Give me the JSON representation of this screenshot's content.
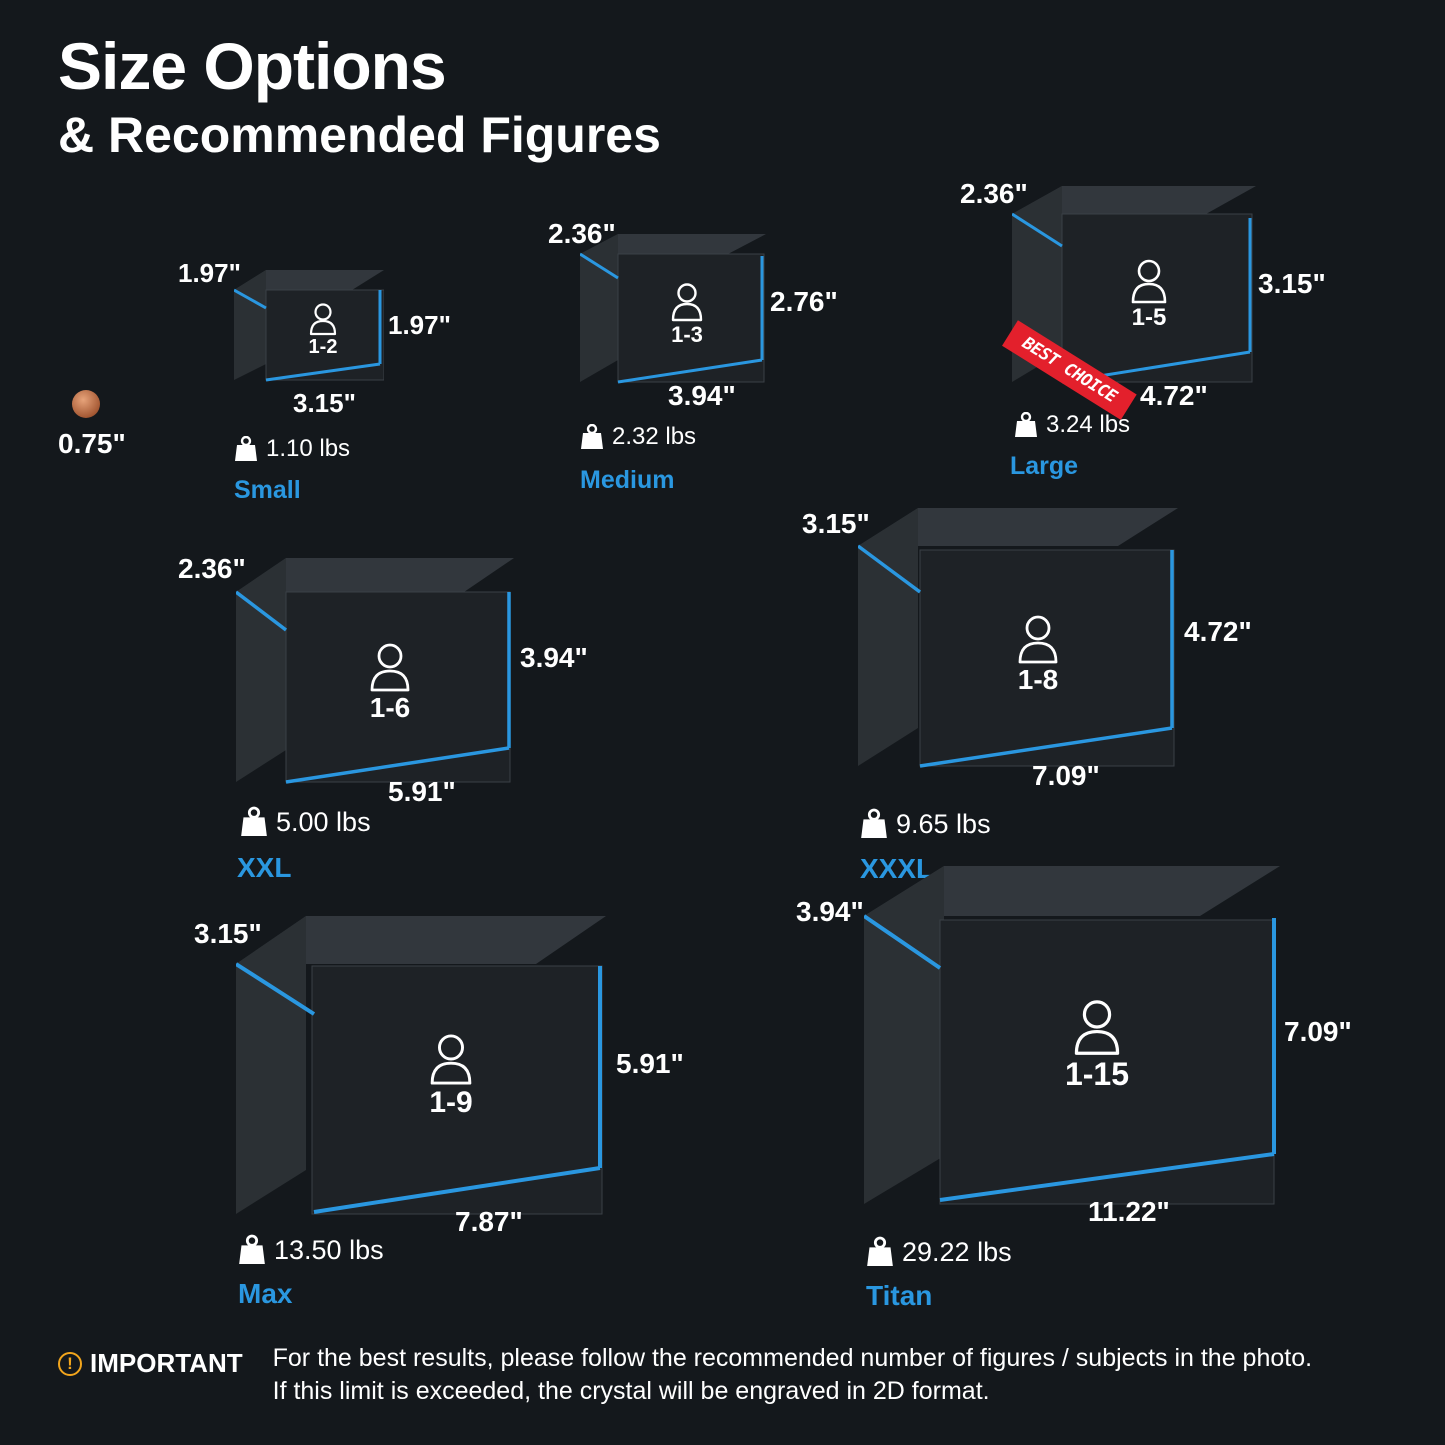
{
  "header": {
    "title": "Size Options",
    "subtitle": "& Recommended Figures"
  },
  "coin": {
    "diameter": "0.75\""
  },
  "badge": {
    "label": "BEST CHOICE"
  },
  "sizes": [
    {
      "name": "Small",
      "depth": "1.97\"",
      "height": "1.97\"",
      "width": "3.15\"",
      "weight": "1.10 lbs",
      "figures": "1-2"
    },
    {
      "name": "Medium",
      "depth": "2.36\"",
      "height": "2.76\"",
      "width": "3.94\"",
      "weight": "2.32 lbs",
      "figures": "1-3"
    },
    {
      "name": "Large",
      "depth": "2.36\"",
      "height": "3.15\"",
      "width": "4.72\"",
      "weight": "3.24 lbs",
      "figures": "1-5"
    },
    {
      "name": "XXL",
      "depth": "2.36\"",
      "height": "3.94\"",
      "width": "5.91\"",
      "weight": "5.00 lbs",
      "figures": "1-6"
    },
    {
      "name": "XXXL",
      "depth": "3.15\"",
      "height": "4.72\"",
      "width": "7.09\"",
      "weight": "9.65 lbs",
      "figures": "1-8"
    },
    {
      "name": "Max",
      "depth": "3.15\"",
      "height": "5.91\"",
      "width": "7.87\"",
      "weight": "13.50 lbs",
      "figures": "1-9"
    },
    {
      "name": "Titan",
      "depth": "3.94\"",
      "height": "7.09\"",
      "width": "11.22\"",
      "weight": "29.22 lbs",
      "figures": "1-15"
    }
  ],
  "important": {
    "label": "IMPORTANT",
    "icon": "!",
    "line1": "For the best results, please follow the recommended number of figures / subjects in the photo.",
    "line2": "If this limit is exceeded, the crystal will be engraved in 2D format."
  },
  "colors": {
    "background": "#14181c",
    "accent_blue": "#2a97e0",
    "badge_red": "#e3202c",
    "warning_orange": "#f2a51c"
  },
  "icons": {
    "figure": "person-icon",
    "weight": "weight-icon",
    "warning": "warning-icon"
  }
}
